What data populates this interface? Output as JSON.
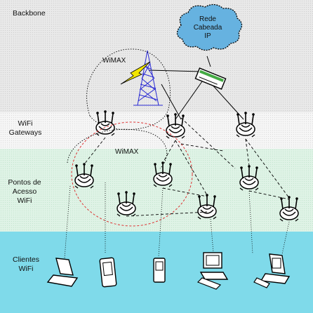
{
  "layers": {
    "backbone": "Backbone",
    "wifi_gateways": [
      "WiFi",
      "Gateways"
    ],
    "access_points": [
      "Pontos de",
      "Acesso",
      "WiFi"
    ],
    "clients": [
      "Clientes",
      "WiFi"
    ]
  },
  "cloud": [
    "Rede",
    "Cabeada",
    "IP"
  ],
  "wimax_tower_label": "WiMAX",
  "wimax_cell_label": "WiMAX"
}
